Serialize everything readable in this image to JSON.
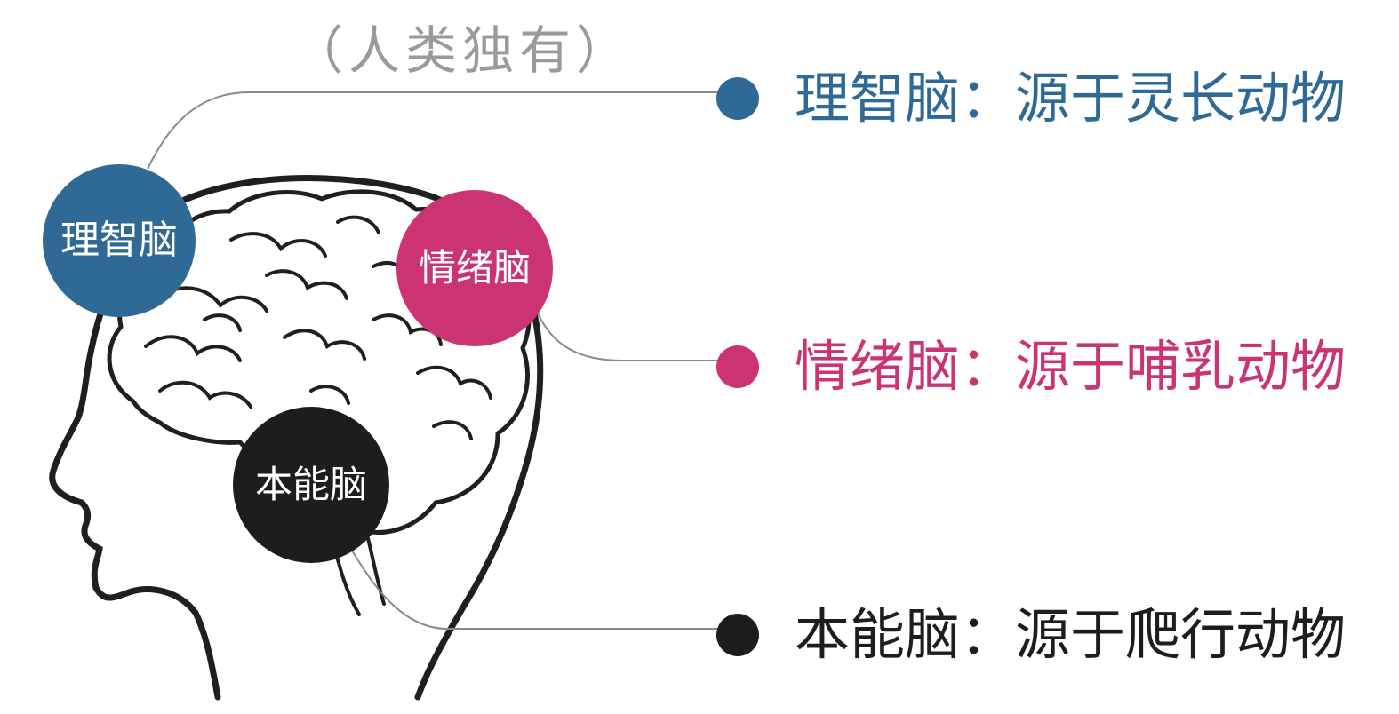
{
  "top_note": "（人类独有）",
  "bubbles": {
    "rational": "理智脑",
    "emotional": "情绪脑",
    "instinct": "本能脑"
  },
  "legend": [
    {
      "key": "rational",
      "label": "理智脑：源于灵长动物",
      "color": "#2f6a97"
    },
    {
      "key": "emotional",
      "label": "情绪脑：源于哺乳动物",
      "color": "#cc3373"
    },
    {
      "key": "instinct",
      "label": "本能脑：源于爬行动物",
      "color": "#1e1c1d"
    }
  ],
  "colors": {
    "rational": "#2f6a97",
    "emotional": "#cc3373",
    "instinct": "#1e1c1d",
    "outline": "#1f1f1f",
    "connector": "#8a8a8a"
  }
}
